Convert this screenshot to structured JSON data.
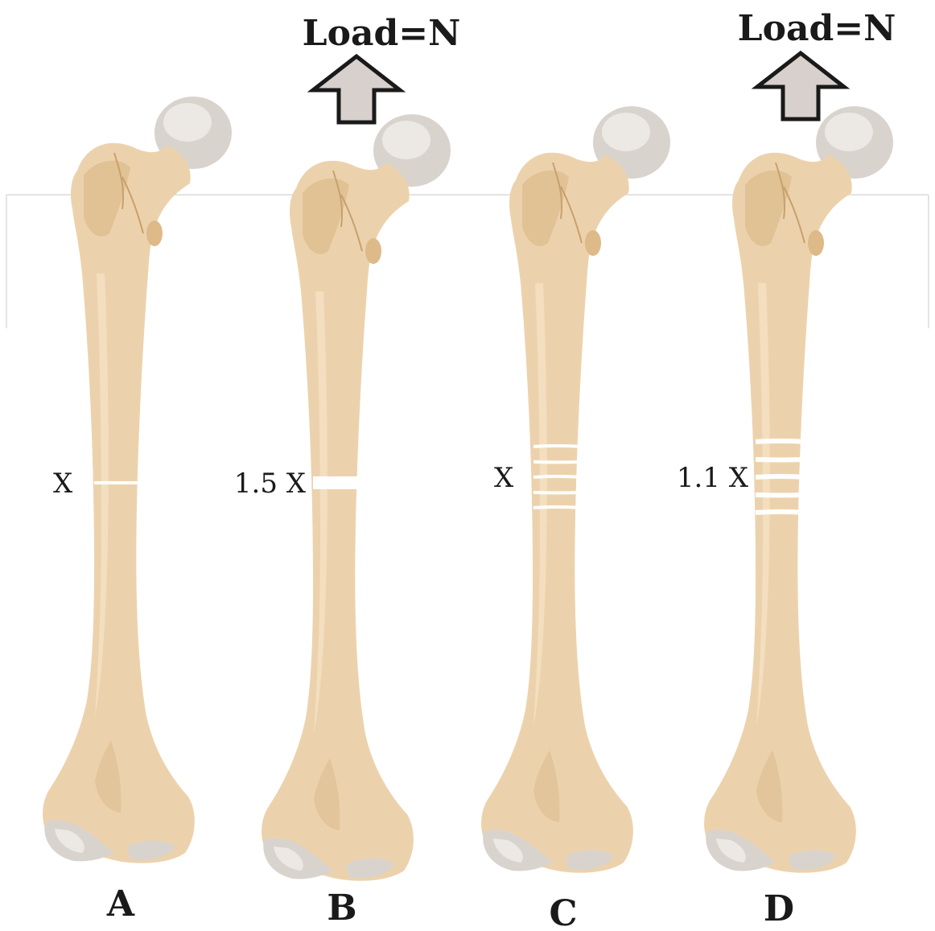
{
  "colors": {
    "bone": "#ecd2ac",
    "bone_shade": "#d8b584",
    "bone_light": "#f6e4c8",
    "cartilage": "#d9d3ce",
    "cartilage_light": "#ece8e4",
    "fracture": "#ffffff",
    "arrow_fill": "#d8d0cc",
    "arrow_stroke": "#1a1a1a",
    "text": "#1a1a1a"
  },
  "panels": [
    {
      "id": "A",
      "letter": "A",
      "gap_label": "X",
      "load_label": "",
      "fracture_lines": 1
    },
    {
      "id": "B",
      "letter": "B",
      "gap_label": "1.5 X",
      "load_label": "Load=N",
      "fracture_lines": 1
    },
    {
      "id": "C",
      "letter": "C",
      "gap_label": "X",
      "load_label": "",
      "fracture_lines": 5
    },
    {
      "id": "D",
      "letter": "D",
      "gap_label": "1.1 X",
      "load_label": "Load=N",
      "fracture_lines": 5
    }
  ]
}
